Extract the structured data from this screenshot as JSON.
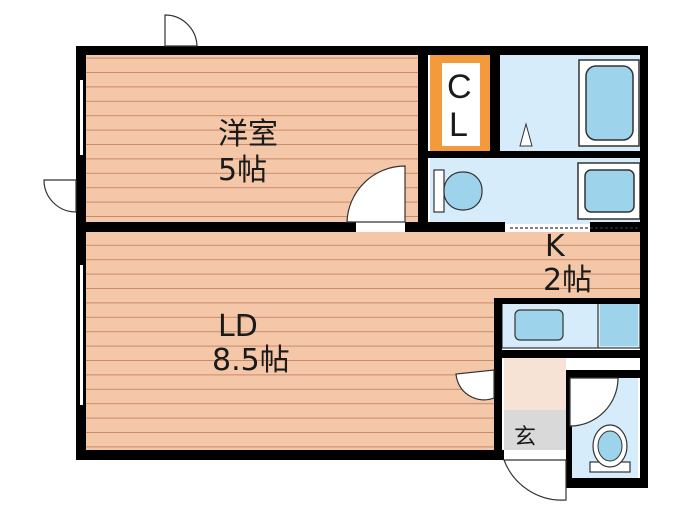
{
  "plan": {
    "rooms": {
      "western": {
        "name": "洋室",
        "size": "5帖"
      },
      "ld": {
        "name": "LD",
        "size": "8.5帖"
      },
      "kitchen": {
        "name": "K",
        "size": "2帖"
      },
      "closet": {
        "letter1": "C",
        "letter2": "L"
      },
      "entrance": {
        "name": "玄"
      }
    },
    "colors": {
      "floor": "#f4c7a8",
      "floor_line": "#c98a6a",
      "wet_area": "#d6ecfb",
      "fixture": "#9dd4ec",
      "closet": "#f29a3c",
      "wall": "#000000",
      "entrance_floor": "#f6e3d5"
    }
  }
}
